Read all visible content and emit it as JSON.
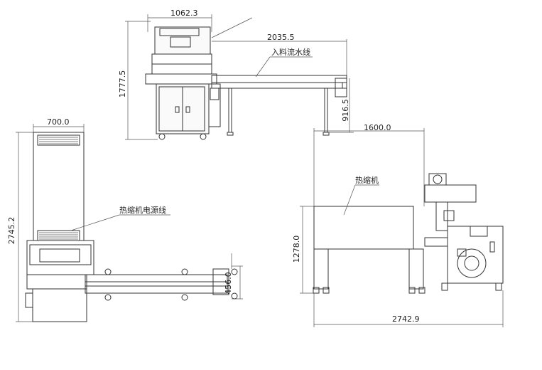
{
  "dimensions": {
    "top_width": "1062.3",
    "top_length": "2035.5",
    "top_height": "1777.5",
    "conveyor_height": "916.5",
    "left_width": "700.0",
    "left_height": "2745.2",
    "conveyor_width": "456.0",
    "shrink_width": "1600.0",
    "shrink_height": "1278.0",
    "total_length": "2742.9"
  },
  "labels": {
    "infeed_conveyor": "入料流水线",
    "shrink_tunnel": "热缩机",
    "shrink_power_line": "热缩机电源线"
  }
}
